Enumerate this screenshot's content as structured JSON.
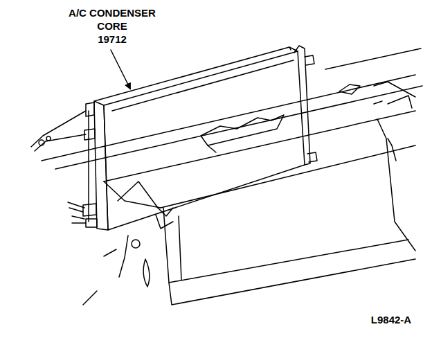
{
  "diagram": {
    "labels": [
      "A/C CONDENSER CORE",
      "19712",
      "L9842-A"
    ]
  }
}
